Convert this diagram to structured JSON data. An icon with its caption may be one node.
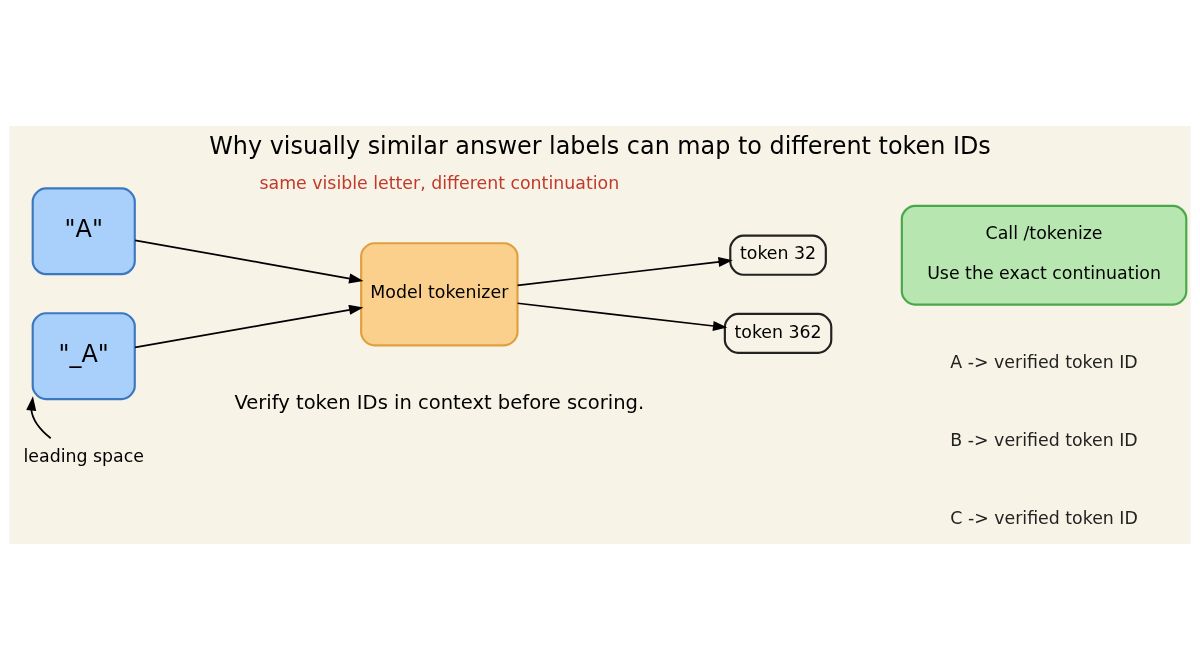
{
  "diagram": {
    "title": "Why visually similar answer labels can map to different token IDs",
    "caption": "Verify token IDs in context before scoring.",
    "nodes": [
      {
        "text": [
          "\"A\""
        ]
      },
      {
        "text": [
          "\"_A\""
        ]
      },
      {
        "text": [
          "leading space"
        ]
      },
      {
        "text": [
          "Model tokenizer"
        ]
      },
      {
        "text": [
          "token 32"
        ]
      },
      {
        "text": [
          "token 362"
        ]
      },
      {
        "text": [
          "Call /tokenize",
          "Use the exact continuation"
        ]
      }
    ],
    "edges": [
      {
        "from": 0,
        "to": 3,
        "arrow": "to"
      },
      {
        "from": 1,
        "to": 3,
        "arrow": "to"
      },
      {
        "from": 3,
        "to": 4,
        "arrow": "to"
      },
      {
        "from": 3,
        "to": 5,
        "arrow": "to"
      },
      {
        "from": 2,
        "to": 1,
        "arrow": "to"
      }
    ],
    "labels": [
      "same visible letter, different continuation",
      "A -> verified token ID",
      "B -> verified token ID",
      "C -> verified token ID"
    ]
  }
}
